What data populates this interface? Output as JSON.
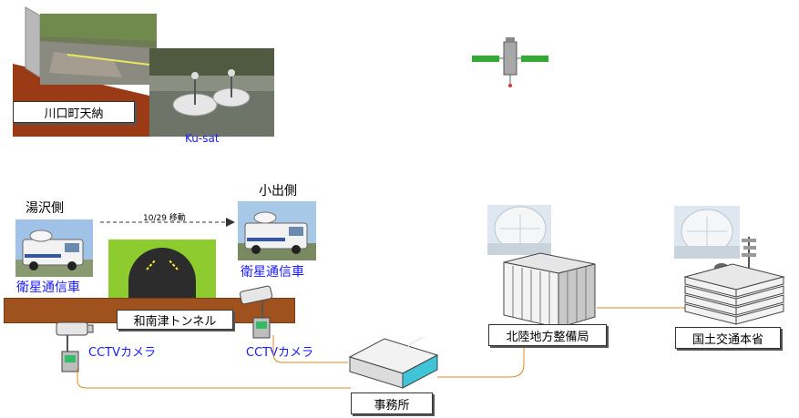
{
  "labels": {
    "kawaguchi": "川口町天納",
    "kusat": "Ku-sat",
    "yuzawa_side": "湯沢側",
    "oide_side": "小出側",
    "move_note": "10/29 移動",
    "sat_car_left": "衛星通信車",
    "sat_car_right": "衛星通信車",
    "tunnel": "和南津トンネル",
    "cctv_left": "CCTVカメラ",
    "cctv_right": "CCTVカメラ",
    "office": "事務所",
    "hokuriku": "北陸地方整備局",
    "mlit": "国土交通本省"
  },
  "icons": {
    "satellite": "satellite-icon",
    "cctv": "cctv-camera-icon",
    "building": "office-building-icon"
  },
  "colors": {
    "label_text_blue": "#1a1aff",
    "ground_brown": "#a0521e",
    "link_orange": "#e08a1e",
    "tunnel_green": "#8ecb2e"
  }
}
